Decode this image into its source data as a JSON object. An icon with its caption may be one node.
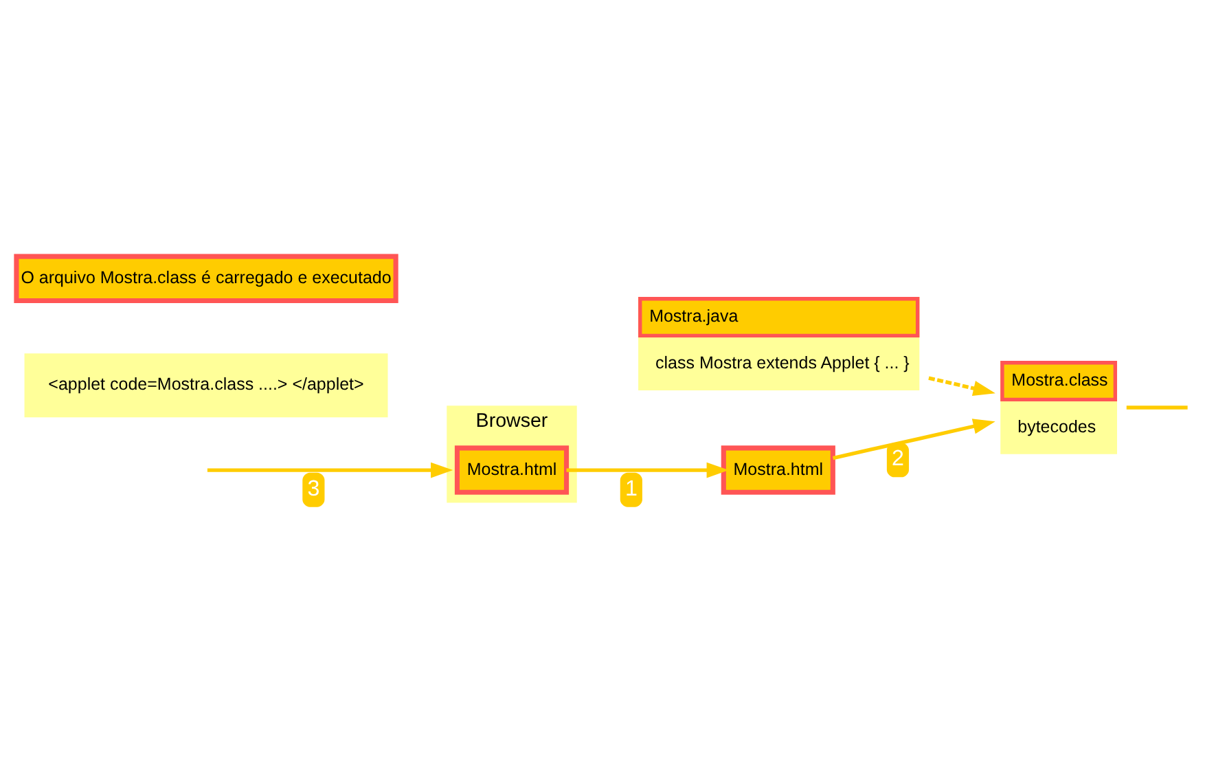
{
  "diagram": {
    "nodes": [
      {
        "text": [
          "Browser"
        ]
      },
      {
        "text": [
          "Mostra.html"
        ],
        "in": 0
      },
      {
        "text": [
          "Mostra.html"
        ]
      },
      {
        "text": [
          "<applet code=Mostra.class ....> </applet>"
        ]
      },
      {
        "text": [
          "Mostra.java",
          "class Mostra extends Applet { ... }"
        ]
      },
      {
        "text": [
          "Mostra.class",
          "bytecodes"
        ]
      },
      {
        "text": [
          "O arquivo Mostra.class é carregado e executado"
        ]
      }
    ],
    "edges": [
      {
        "from": 1,
        "to": 2,
        "arrow": "to",
        "label": "1"
      },
      {
        "from": 2,
        "to": 5,
        "arrow": "to",
        "label": "2"
      },
      {
        "from": 4,
        "to": 5,
        "arrow": "to",
        "style": "dashed"
      },
      {
        "from": null,
        "to": 0,
        "arrow": "to",
        "label": "3"
      },
      {
        "from": 5,
        "to": null,
        "arrow": "none"
      }
    ]
  }
}
